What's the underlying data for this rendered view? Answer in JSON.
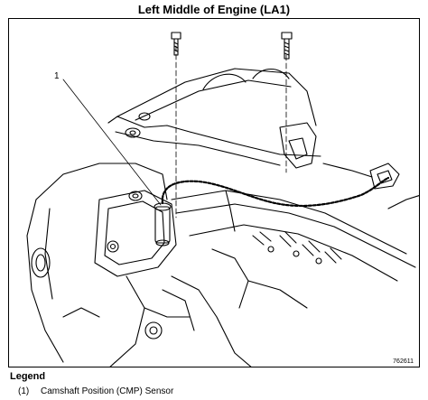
{
  "title": "Left Middle of Engine (LA1)",
  "figure": {
    "callouts": [
      {
        "number": "1"
      }
    ],
    "figure_id": "762611"
  },
  "legend": {
    "heading": "Legend",
    "items": [
      {
        "number": "(1)",
        "label": "Camshaft Position (CMP) Sensor"
      }
    ]
  }
}
